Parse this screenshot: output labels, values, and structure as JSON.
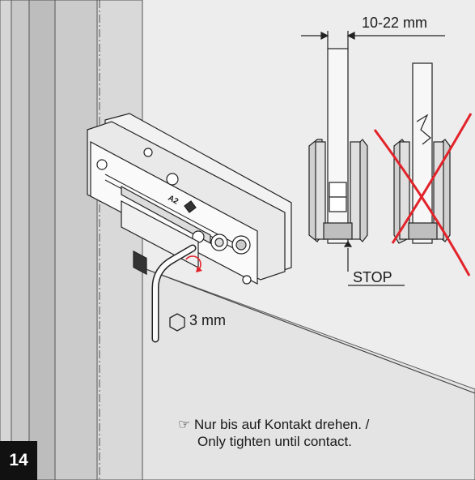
{
  "labels": {
    "gap_range": "10-22 mm",
    "stop": "STOP",
    "allen_size": "3 mm",
    "hint_icon": "☞",
    "hint_line1": "Nur bis auf Kontakt drehen. /",
    "hint_line2": "Only tighten until contact.",
    "step_number": "14",
    "device_mark": "A2"
  },
  "icons": [
    "pointing-hand-icon",
    "hexagon-icon",
    "cross-out-icon"
  ],
  "colors": {
    "line": "#1a1a1a",
    "wall": "#cfcfcf",
    "panel": "#ececec",
    "cross": "#e2232a",
    "rubber": "#bfbfbf",
    "step_bg": "#111111"
  }
}
